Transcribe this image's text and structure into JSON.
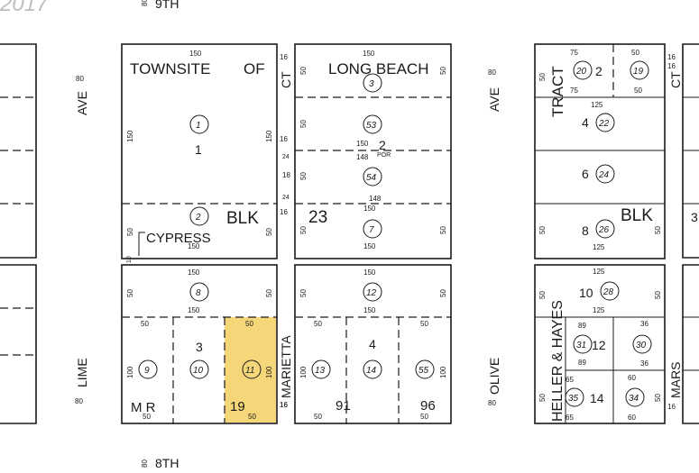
{
  "highlight_color": "#f5d77a",
  "streets": {
    "top": "9TH",
    "top_width": "80",
    "bottom": "8TH",
    "bottom_width": "80",
    "ave_left": "AVE",
    "ave_left_width": "80",
    "ave_right": "AVE",
    "ave_right_width": "80",
    "lime": "LIME",
    "lime_width": "80",
    "olive": "OLIVE",
    "olive_width": "80",
    "ct_top": "CT",
    "ct_top_width": "16",
    "marietta": "MARIETTA",
    "ct_right": "CT",
    "ct_right_width": "16",
    "mars": "MARS",
    "mars_width": "16"
  },
  "labels": {
    "year": "2017",
    "townsite": "TOWNSITE",
    "of": "OF",
    "long_beach": "LONG BEACH",
    "blk1": "BLK",
    "blk23": "23",
    "cypress": "CYPRESS",
    "tract": "TRACT",
    "blk_right": "BLK",
    "heller_hayes": "HELLER & HAYES",
    "mr": "M R",
    "mr_num": "91",
    "mr_page": "96",
    "por": "POR",
    "peek_right_top": "3"
  },
  "lots": {
    "l1": "1",
    "l2": "2",
    "l3": "3",
    "l4": "4",
    "l19": "19",
    "r2": "2",
    "r4": "4",
    "r6": "6",
    "r8": "8",
    "r10": "10",
    "r12": "12",
    "r14": "14"
  },
  "parcels": {
    "p1": "1",
    "p2": "2",
    "p3": "3",
    "p53": "53",
    "p54": "54",
    "p7": "7",
    "p8": "8",
    "p9": "9",
    "p10": "10",
    "p11": "11",
    "p12": "12",
    "p13": "13",
    "p14": "14",
    "p55": "55",
    "p20": "20",
    "p19": "19",
    "p22": "22",
    "p24": "24",
    "p26": "26",
    "p28": "28",
    "p31": "31",
    "p30": "30",
    "p35": "35",
    "p34": "34"
  },
  "dims": {
    "d150": "150",
    "d148": "148",
    "d125": "125",
    "d100": "100",
    "d89": "89",
    "d75": "75",
    "d65": "65",
    "d60": "60",
    "d50": "50",
    "d36": "36",
    "d24": "24",
    "d18": "18",
    "d16": "16",
    "d10": "10"
  }
}
